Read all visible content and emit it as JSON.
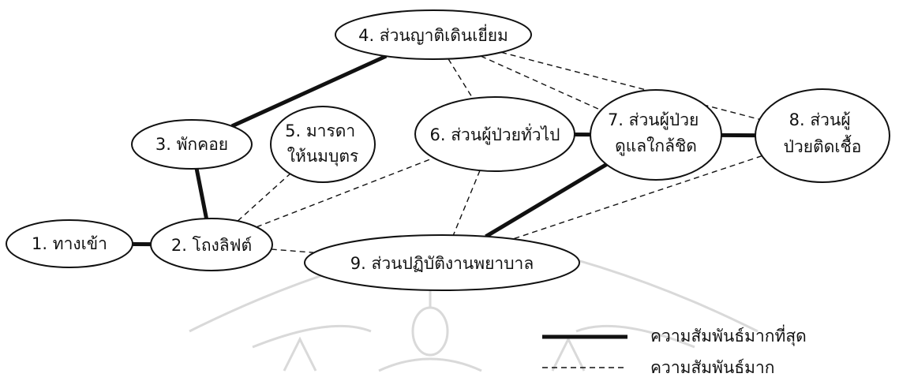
{
  "nodes": {
    "n1": {
      "lines": [
        "1. ทางเข้า"
      ]
    },
    "n2": {
      "lines": [
        "2. โถงลิฟต์"
      ]
    },
    "n3": {
      "lines": [
        "3. พักคอย"
      ]
    },
    "n4": {
      "lines": [
        "4. ส่วนญาติเดินเยี่ยม"
      ]
    },
    "n5": {
      "lines": [
        "5. มารดา",
        "ให้นมบุตร"
      ]
    },
    "n6": {
      "lines": [
        "6. ส่วนผู้ป่วยทั่วไป"
      ]
    },
    "n7": {
      "lines": [
        "7. ส่วนผู้ป่วย",
        "ดูแลใกล้ชิด"
      ]
    },
    "n8": {
      "lines": [
        "8. ส่วนผู้",
        "ป่วยติดเชื้อ"
      ]
    },
    "n9": {
      "lines": [
        "9. ส่วนปฏิบัติงานพยาบาล"
      ]
    }
  },
  "edges": [
    {
      "from": "n1",
      "to": "n2",
      "type": "strong"
    },
    {
      "from": "n2",
      "to": "n3",
      "type": "strong"
    },
    {
      "from": "n3",
      "to": "n4",
      "type": "strong"
    },
    {
      "from": "n6",
      "to": "n7",
      "type": "strong"
    },
    {
      "from": "n7",
      "to": "n8",
      "type": "strong"
    },
    {
      "from": "n7",
      "to": "n9",
      "type": "strong"
    },
    {
      "from": "n2",
      "to": "n5",
      "type": "weak"
    },
    {
      "from": "n2",
      "to": "n6",
      "type": "weak"
    },
    {
      "from": "n2",
      "to": "n9",
      "type": "weak"
    },
    {
      "from": "n4",
      "to": "n6",
      "type": "weak"
    },
    {
      "from": "n4",
      "to": "n7",
      "type": "weak"
    },
    {
      "from": "n4",
      "to": "n8",
      "type": "weak"
    },
    {
      "from": "n6",
      "to": "n9",
      "type": "weak"
    },
    {
      "from": "n8",
      "to": "n9",
      "type": "weak"
    }
  ],
  "legend": {
    "strong_label": "ความสัมพันธ์มากที่สุด",
    "weak_label": "ความสัมพันธ์มาก"
  },
  "colors": {
    "line": "#111111",
    "watermark": "#d9d9d9"
  }
}
